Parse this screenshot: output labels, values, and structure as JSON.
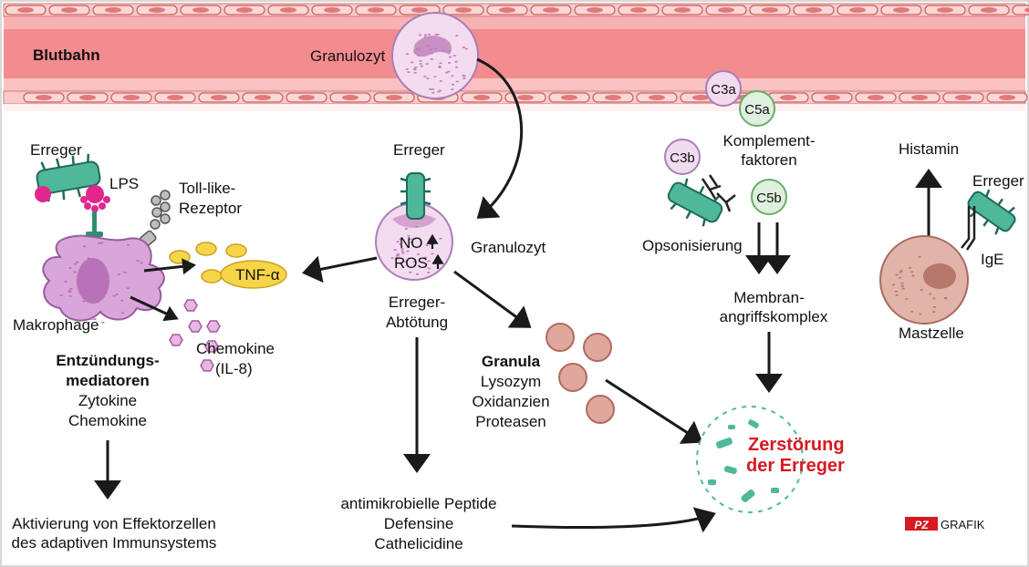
{
  "colors": {
    "blood": "#f2878a",
    "blood_light": "#fde0e0",
    "cell_wall": "#f6a6a4",
    "pathogen": "#4fb89a",
    "macrophage": "#d9a6d9",
    "granulocyte": "#f1dcef",
    "mast_cell": "#e2b3a8",
    "granule": "#e0a89c",
    "tnf": "#f7d548",
    "lps": "#e3268f",
    "brand_red": "#d71920"
  },
  "blood": {
    "label": "Blutbahn",
    "granulocyte_label": "Granulozyt"
  },
  "left": {
    "pathogen_label": "Erreger",
    "lps_label": "LPS",
    "tlr_label_1": "Toll-like-",
    "tlr_label_2": "Rezeptor",
    "tnf_label": "TNF-α",
    "macrophage_label": "Makrophage",
    "chemokine_label_1": "Chemokine",
    "chemokine_label_2": "(IL-8)",
    "mediators_title_1": "Entzündungs-",
    "mediators_title_2": "mediatoren",
    "mediators_item_1": "Zytokine",
    "mediators_item_2": "Chemokine",
    "activation_1": "Aktivierung von Effektorzellen",
    "activation_2": "des adaptiven Immunsystems"
  },
  "center": {
    "pathogen_label": "Erreger",
    "no_label": "NO",
    "ros_label": "ROS",
    "granulocyte_label": "Granulozyt",
    "killing_1": "Erreger-",
    "killing_2": "Abtötung",
    "peptides_1": "antimikrobielle Peptide",
    "peptides_2": "Defensine",
    "peptides_3": "Cathelicidine",
    "granula_title": "Granula",
    "granula_1": "Lysozym",
    "granula_2": "Oxidanzien",
    "granula_3": "Proteasen"
  },
  "complement": {
    "c3a": "C3a",
    "c5a": "C5a",
    "c3b": "C3b",
    "c5b": "C5b",
    "factors_1": "Komplement-",
    "factors_2": "faktoren",
    "opsonisation": "Opsonisierung",
    "mac_1": "Membran-",
    "mac_2": "angriffskomplex"
  },
  "right": {
    "histamine": "Histamin",
    "pathogen_label": "Erreger",
    "ige": "IgE",
    "mast_cell_label": "Mastzelle"
  },
  "result": {
    "line_1": "Zerstörung",
    "line_2": "der Erreger"
  },
  "logo": {
    "badge": "PZ",
    "text": "GRAFIK"
  }
}
